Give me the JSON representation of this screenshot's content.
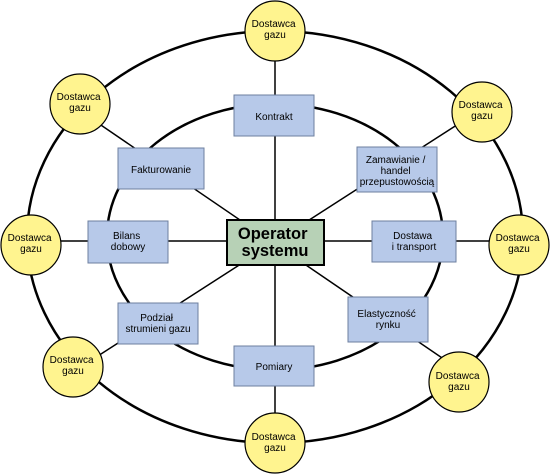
{
  "center": {
    "lines": [
      "Operator",
      "systemu"
    ]
  },
  "services": [
    {
      "id": "kontrakt",
      "lines": [
        "Kontrakt"
      ]
    },
    {
      "id": "zamawianie",
      "lines": [
        "Zamawianie /",
        "handel",
        "przepustowością"
      ]
    },
    {
      "id": "dostawa",
      "lines": [
        "Dostawa",
        "i transport"
      ]
    },
    {
      "id": "elastycznosc",
      "lines": [
        "Elastyczność",
        "rynku"
      ]
    },
    {
      "id": "pomiary",
      "lines": [
        "Pomiary"
      ]
    },
    {
      "id": "podzial",
      "lines": [
        "Podział",
        "strumieni gazu"
      ]
    },
    {
      "id": "bilans",
      "lines": [
        "Bilans",
        "dobowy"
      ]
    },
    {
      "id": "fakturowanie",
      "lines": [
        "Fakturowanie"
      ]
    }
  ],
  "suppliers": [
    {
      "id": "top",
      "lines": [
        "Dostawca",
        "gazu"
      ]
    },
    {
      "id": "top-right",
      "lines": [
        "Dostawca",
        "gazu"
      ]
    },
    {
      "id": "right",
      "lines": [
        "Dostawca",
        "gazu"
      ]
    },
    {
      "id": "bottom-right",
      "lines": [
        "Dostawca",
        "gazu"
      ]
    },
    {
      "id": "bottom",
      "lines": [
        "Dostawca",
        "gazu"
      ]
    },
    {
      "id": "bottom-left",
      "lines": [
        "Dostawca",
        "gazu"
      ]
    },
    {
      "id": "left",
      "lines": [
        "Dostawca",
        "gazu"
      ]
    },
    {
      "id": "top-left",
      "lines": [
        "Dostawca",
        "gazu"
      ]
    }
  ]
}
